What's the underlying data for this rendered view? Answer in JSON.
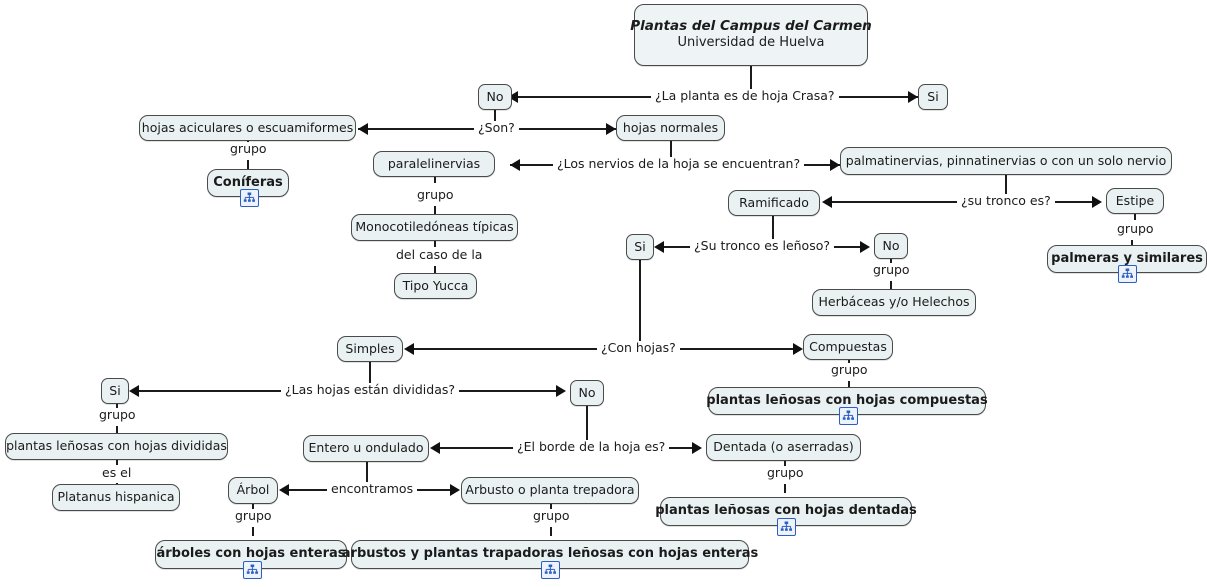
{
  "map": {
    "title_main": "Plantas del Campus del Carmen",
    "title_sub": "Universidad de Huelva",
    "accent_color": "#2b5fc4",
    "node_fill": "#e9f1f3",
    "node_border": "#4a4a4a",
    "background": "#ffffff"
  },
  "nodes": {
    "root": "Plantas del Campus del Carmen",
    "crasa_no": "No",
    "crasa_si": "Si",
    "aciculares": "hojas aciculares o escuamiformes",
    "hojas_normales": "hojas normales",
    "coniferas": "Coníferas",
    "paralelinervias": "paralelinervias",
    "palmatinervias": "palmatinervias, pinnatinervias o con un solo nervio",
    "monocotiledoneas": "Monocotiledóneas típicas",
    "tipo_yucca": "Tipo Yucca",
    "ramificado": "Ramificado",
    "estipe": "Estipe",
    "palmeras": "palmeras y similares",
    "lenoso_si": "Si",
    "lenoso_no": "No",
    "herbaceas": "Herbáceas y/o Helechos",
    "simples": "Simples",
    "compuestas": "Compuestas",
    "lenosas_compuestas": "plantas leñosas con hojas compuestas",
    "divididas_si": "Si",
    "divididas_no": "No",
    "lenosas_divididas": "plantas leñosas con hojas divididas",
    "platanus": "Platanus hispanica",
    "entero": "Entero u ondulado",
    "dentada": "Dentada (o aserradas)",
    "lenosas_dentadas": "plantas leñosas con hojas dentadas",
    "arbol": "Árbol",
    "arbusto": "Arbusto o planta trepadora",
    "arboles_enteras": "árboles con hojas enteras",
    "arbustos_enteras": "arbustos y plantas trapadoras leñosas con hojas enteras"
  },
  "links": {
    "crasa": "¿La planta es de hoja Crasa?",
    "son": "¿Son?",
    "grupo_coniferas": "grupo",
    "nervios": "¿Los nervios de la hoja se encuentran?",
    "grupo_monocotiledoneas": "grupo",
    "del_caso": "del caso de la",
    "tronco_es": "¿su tronco es?",
    "grupo_palmeras": "grupo",
    "tronco_lenoso": "¿Su tronco es leñoso?",
    "grupo_herbaceas": "grupo",
    "con_hojas": "¿Con hojas?",
    "grupo_compuestas": "grupo",
    "divididas": "¿Las hojas están divididas?",
    "grupo_divididas": "grupo",
    "es_el": "es el",
    "borde": "¿El borde de la hoja es?",
    "grupo_dentadas": "grupo",
    "encontramos": "encontramos",
    "grupo_arboles": "grupo",
    "grupo_arbustos": "grupo"
  },
  "icons": {
    "resource": "concept-map-resource-icon"
  }
}
